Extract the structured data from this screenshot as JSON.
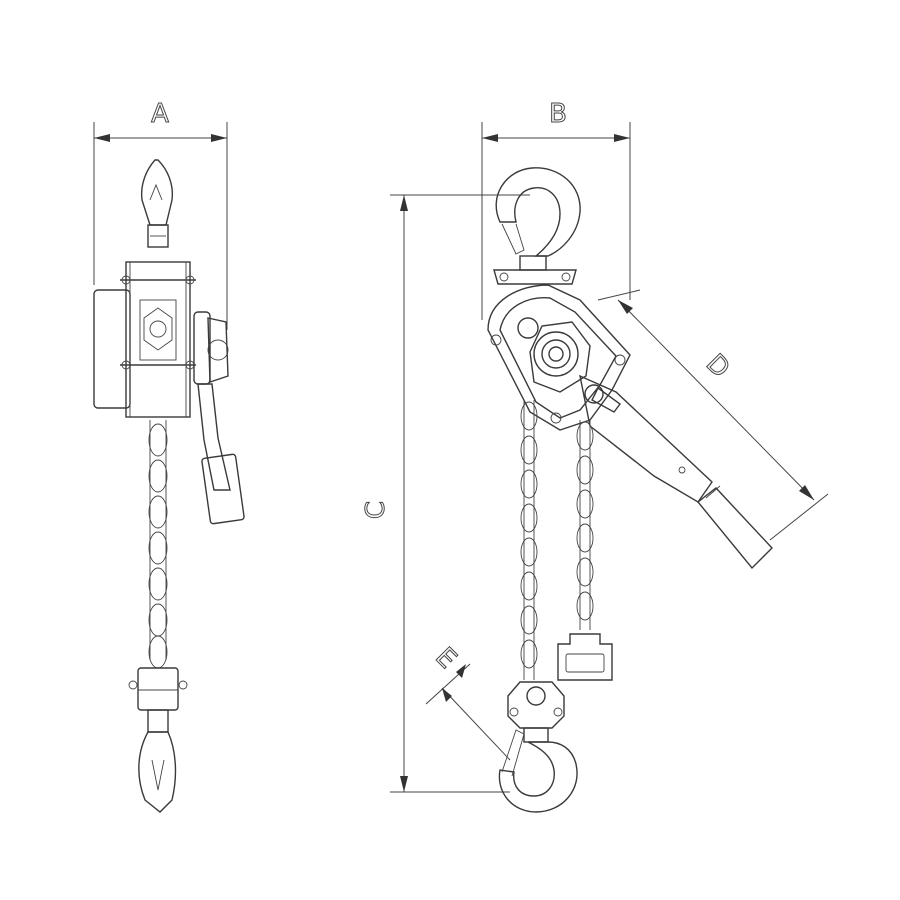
{
  "labels": {
    "a": "A",
    "b": "B",
    "c": "C",
    "d": "D",
    "e": "E"
  },
  "colors": {
    "line": "#3a3a3a",
    "background": "#ffffff"
  }
}
